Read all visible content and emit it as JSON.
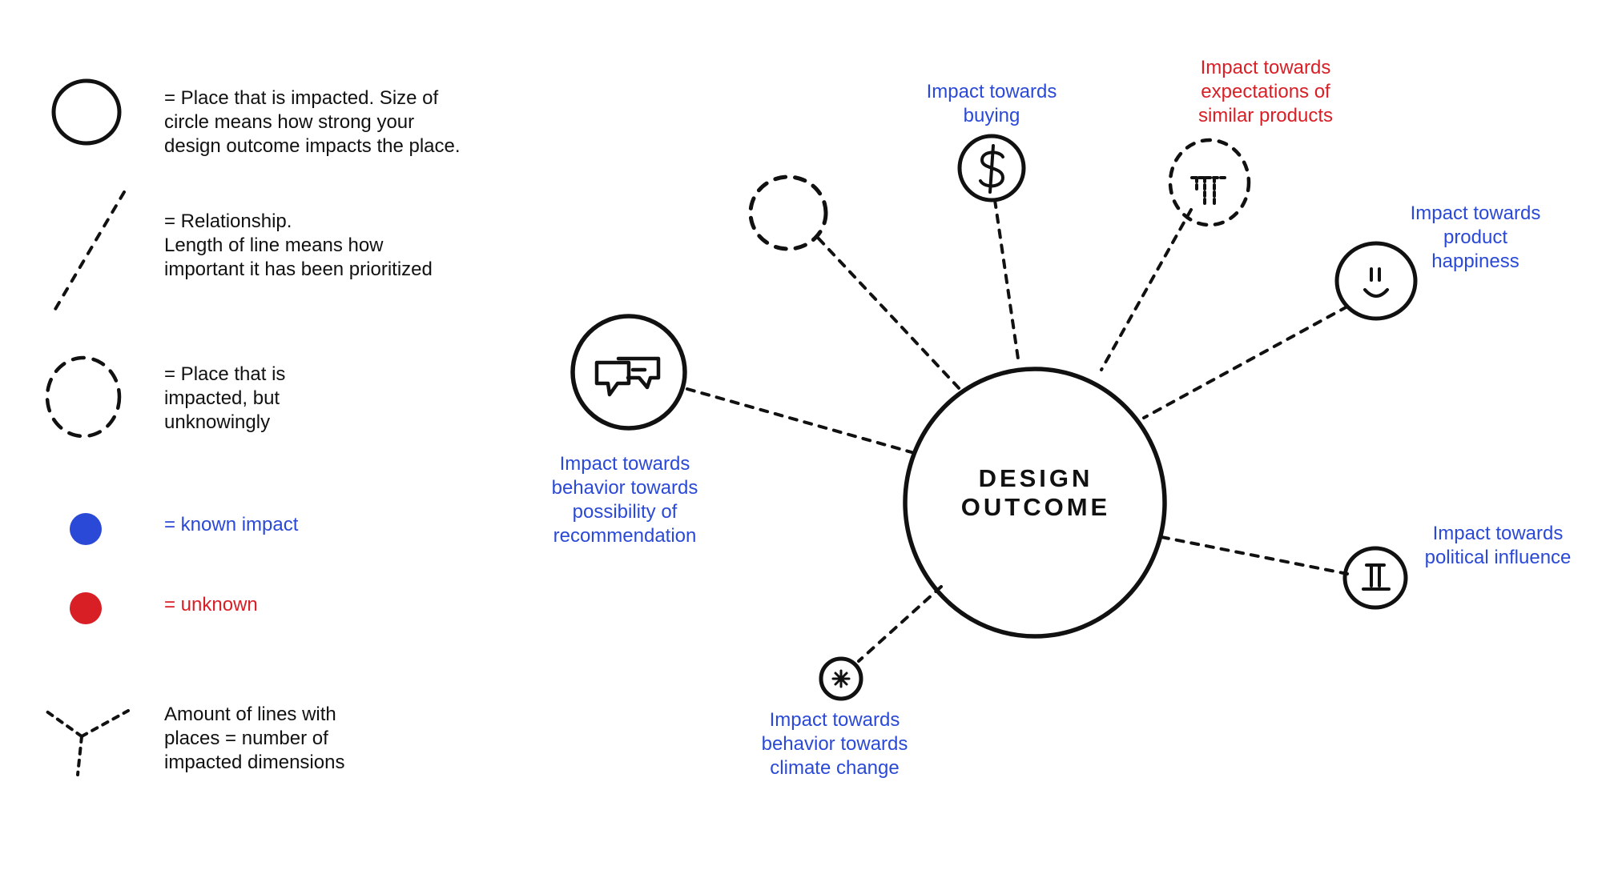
{
  "colors": {
    "known": "#2a49d6",
    "unknown": "#d81f26",
    "ink": "#111111"
  },
  "legend": {
    "impacted_place": "= Place that is impacted. Size of\ncircle means how strong your\ndesign outcome impacts the place.",
    "relationship": "= Relationship.\nLength of line means how\nimportant it has been prioritized",
    "unknowing_place": "= Place that is\nimpacted, but\nunknowingly",
    "known_impact": "= known impact",
    "unknown_impact": "= unknown",
    "dimensions": "Amount of lines with\nplaces = number of\nimpacted dimensions"
  },
  "center": {
    "label_line1": "DESIGN",
    "label_line2": "OUTCOME"
  },
  "nodes": [
    {
      "id": "recommendation",
      "label": "Impact towards\nbehavior towards\npossibility of\nrecommendation",
      "status": "known",
      "icon": "speech-bubbles-icon"
    },
    {
      "id": "unknown-dashed",
      "label": "",
      "status": "unknowing",
      "icon": ""
    },
    {
      "id": "buying",
      "label": "Impact towards\nbuying",
      "status": "known",
      "icon": "dollar-sign-icon"
    },
    {
      "id": "expectations",
      "label": "Impact towards\nexpectations of\nsimilar products",
      "status": "unknown",
      "icon": "pillar-icon"
    },
    {
      "id": "happiness",
      "label": "Impact towards\nproduct\nhappiness",
      "status": "known",
      "icon": "smiley-icon"
    },
    {
      "id": "political",
      "label": "Impact towards\npolitical influence",
      "status": "known",
      "icon": "column-icon"
    },
    {
      "id": "climate",
      "label": "Impact towards\nbehavior towards\nclimate change",
      "status": "known",
      "icon": "sun-icon"
    }
  ]
}
